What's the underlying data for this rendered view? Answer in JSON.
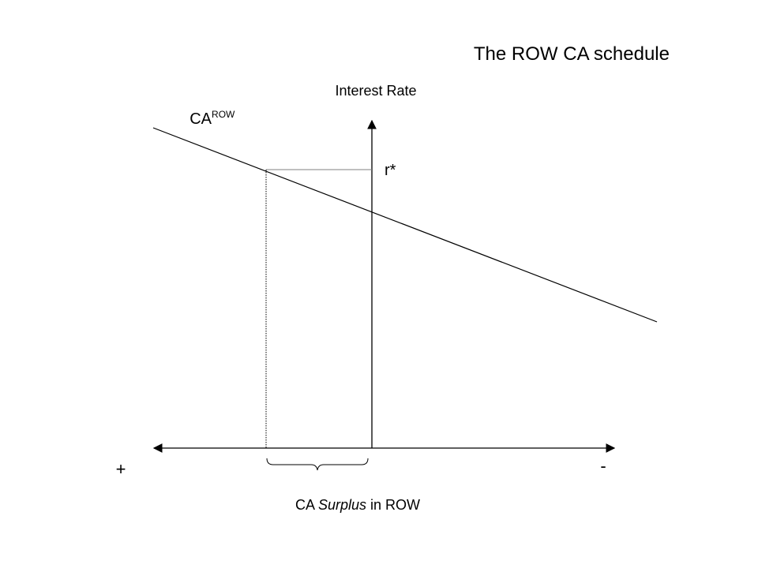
{
  "title": "The ROW CA schedule",
  "y_axis_label": "Interest Rate",
  "curve_label": {
    "main": "CA",
    "superscript": "ROW"
  },
  "rate_label": "r*",
  "left_sign": "+",
  "right_sign": "-",
  "bottom_label": {
    "prefix": "CA ",
    "emphasis": "Surplus",
    "suffix": " in ROW"
  },
  "colors": {
    "line": "#000000",
    "guide": "#808080",
    "background": "#ffffff"
  }
}
